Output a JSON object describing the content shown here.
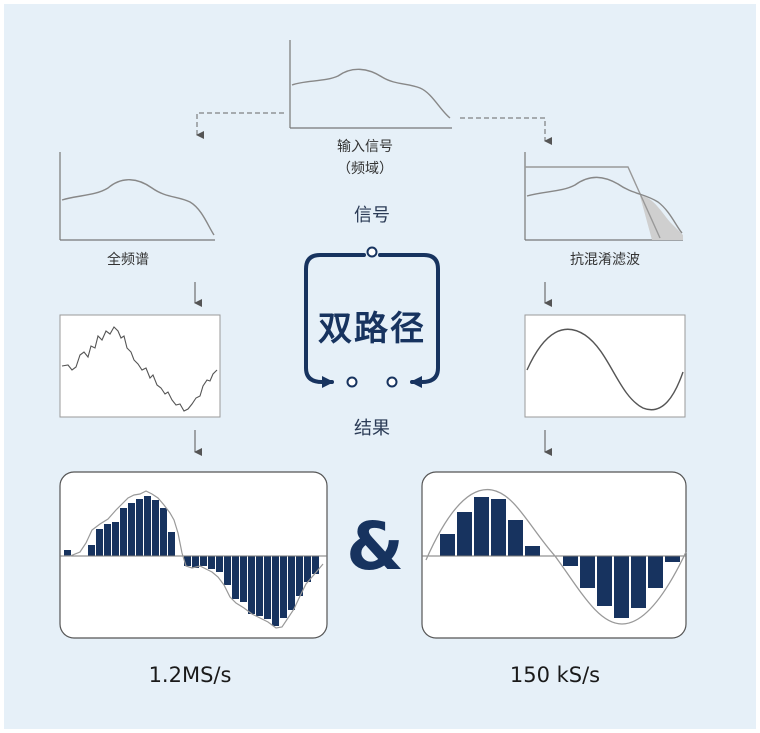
{
  "input": {
    "line1": "输入信号",
    "line2": "（频域）"
  },
  "left_label": "全频谱",
  "right_label": "抗混淆滤波",
  "center": {
    "top": "信号",
    "title": "双路径",
    "bottom": "结果"
  },
  "ampersand": "&",
  "rates": {
    "left": "1.2MS/s",
    "right": "150 kS/s"
  },
  "colors": {
    "bar": "#17335f",
    "panel": "#e6f0f8",
    "curve": "#888888"
  }
}
